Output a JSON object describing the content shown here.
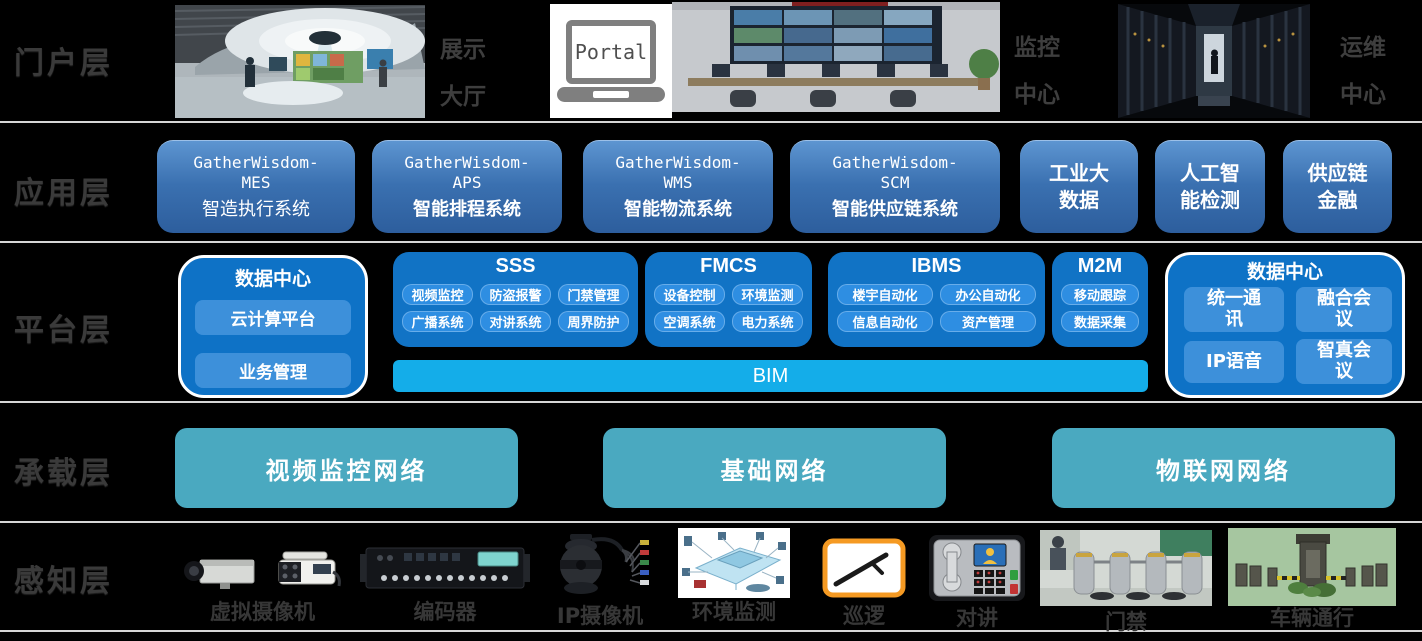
{
  "colors": {
    "background": "#000000",
    "app_button_blue": "#3a70b0",
    "platform_blue": "#1173c5",
    "platform_sub_blue": "#2e8ee2",
    "datacenter_sub_blue": "#3d90da",
    "bim_cyan": "#14ade9",
    "bearer_teal": "#4aa9c0",
    "patrol_orange": "#f59a23",
    "layer_label_gray": "#3a3a3a"
  },
  "layers": [
    {
      "label": "门户层"
    },
    {
      "label": "应用层"
    },
    {
      "label": "平台层"
    },
    {
      "label": "承载层"
    },
    {
      "label": "感知层"
    }
  ],
  "portal_row": {
    "exhibition_caption_line1": "展示",
    "exhibition_caption_line2": "大厅",
    "portal_icon_label": "Portal",
    "monitoring_caption_line1": "监控",
    "monitoring_caption_line2": "中心",
    "ops_caption_line1": "运维",
    "ops_caption_line2": "中心"
  },
  "application_row": {
    "systems": [
      {
        "en": "GatherWisdom-",
        "code": "MES",
        "zh": "智造执行系统"
      },
      {
        "en": "GatherWisdom-",
        "code": "APS",
        "zh": "智能排程系统"
      },
      {
        "en": "GatherWisdom-",
        "code": "WMS",
        "zh": "智能物流系统"
      },
      {
        "en": "GatherWisdom-",
        "code": "SCM",
        "zh": "智能供应链系统"
      }
    ],
    "extras": [
      {
        "line1": "工业大",
        "line2": "数据"
      },
      {
        "line1": "人工智",
        "line2": "能检测"
      },
      {
        "line1": "供应链",
        "line2": "金融"
      }
    ]
  },
  "platform_row": {
    "left_datacenter": {
      "title": "数据中心",
      "items": [
        "云计算平台",
        "业务管理"
      ]
    },
    "sss": {
      "title": "SSS",
      "items": [
        "视频监控",
        "防盗报警",
        "门禁管理",
        "广播系统",
        "对讲系统",
        "周界防护"
      ]
    },
    "fmcs": {
      "title": "FMCS",
      "items": [
        "设备控制",
        "环境监测",
        "空调系统",
        "电力系统"
      ]
    },
    "ibms": {
      "title": "IBMS",
      "items": [
        "楼宇自动化",
        "办公自动化",
        "信息自动化",
        "资产管理"
      ]
    },
    "m2m": {
      "title": "M2M",
      "items": [
        "移动跟踪",
        "数据采集"
      ]
    },
    "bim_label": "BIM",
    "right_datacenter": {
      "title": "数据中心",
      "items": [
        "统一通讯",
        "融合会议",
        "IP语音",
        "智真会议"
      ]
    }
  },
  "bearer_row": {
    "networks": [
      "视频监控网络",
      "基础网络",
      "物联网网络"
    ]
  },
  "perception_row": {
    "devices": [
      "虚拟摄像机",
      "编码器",
      "IP摄像机",
      "环境监测",
      "巡逻",
      "对讲",
      "门禁",
      "车辆通行"
    ]
  }
}
